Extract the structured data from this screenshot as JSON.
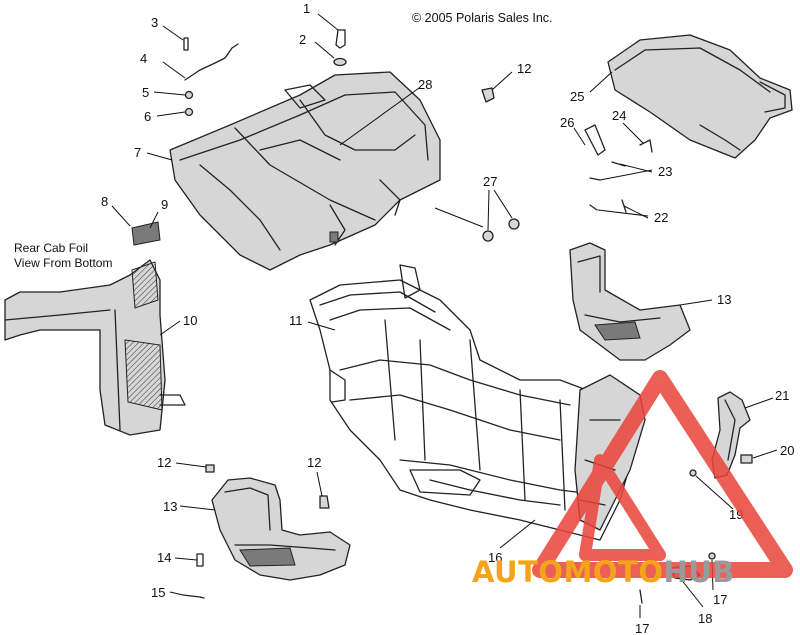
{
  "copyright": "© 2005 Polaris Sales Inc.",
  "inset_caption_line1": "Rear Cab Foil",
  "inset_caption_line2": "View From Bottom",
  "callouts": {
    "c1": "1",
    "c2": "2",
    "c3": "3",
    "c4": "4",
    "c5": "5",
    "c6": "6",
    "c7": "7",
    "c8": "8",
    "c9": "9",
    "c10": "10",
    "c11": "11",
    "c12a": "12",
    "c12b": "12",
    "c12c": "12",
    "c13a": "13",
    "c13b": "13",
    "c14": "14",
    "c15": "15",
    "c16": "16",
    "c17a": "17",
    "c17b": "17",
    "c18": "18",
    "c19": "19",
    "c20": "20",
    "c21": "21",
    "c22": "22",
    "c23": "23",
    "c24": "24",
    "c25": "25",
    "c26": "26",
    "c27": "27",
    "c28": "28"
  },
  "watermark": {
    "text_orange": "AUTOMOTO",
    "text_gray": "HUB",
    "color_orange": "#f5a31a",
    "color_gray": "#9a9a9a",
    "color_red": "#e8443a"
  }
}
